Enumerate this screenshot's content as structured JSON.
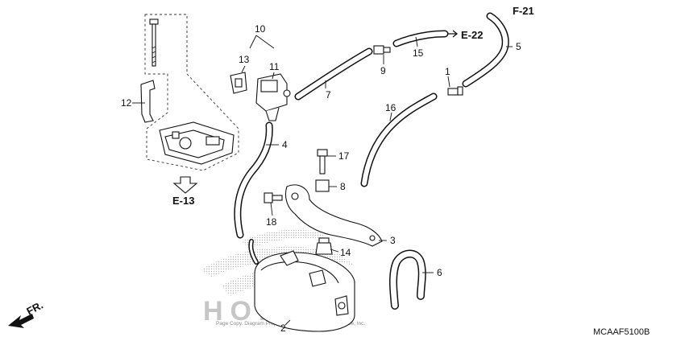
{
  "callouts": {
    "c1": "1",
    "c2": "2",
    "c3": "3",
    "c4": "4",
    "c5": "5",
    "c6": "6",
    "c7": "7",
    "c8": "8",
    "c9": "9",
    "c10": "10",
    "c11": "11",
    "c12": "12",
    "c13": "13",
    "c14": "14",
    "c15": "15",
    "c16": "16",
    "c17": "17",
    "c18": "18"
  },
  "references": {
    "f21": "F-21",
    "e22": "E-22",
    "e13": "E-13"
  },
  "front_indicator": "FR.",
  "watermark": {
    "logo_text": "HONDA",
    "copyright": "Page Copy. Diagram Property of Honda Motorcycle Service, Inc."
  },
  "diagram_code": "MCAAF5100B"
}
